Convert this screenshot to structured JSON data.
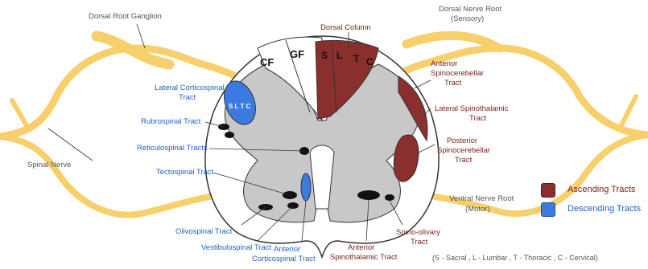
{
  "colors": {
    "nerve": "#f7cf6b",
    "gray_matter": "#c8c8c8",
    "ascending": "#8b2e2e",
    "descending": "#3b7be0",
    "label_gray": "#555555",
    "label_red": "#7a1e1e",
    "label_blue": "#1f5fc4"
  },
  "labels": {
    "dorsal_root_ganglion": "Dorsal Root Ganglion",
    "dorsal_nerve_root": "Dorsal Nerve Root",
    "dorsal_nerve_root_sub": "(Sensory)",
    "dorsal_column": "Dorsal Column",
    "lateral_corticospinal_1": "Lateral Corticospinal",
    "lateral_corticospinal_2": "Tract",
    "rubrospinal": "Rubrospinal Tract",
    "reticulospinal": "Reticulospinal Tracts",
    "tectospinal": "Tectospinal Tract",
    "olivospinal": "Olivospinal Tract",
    "vestibulospinal": "Vestibulospinal Tract",
    "anterior_corticospinal_1": "Anterior",
    "anterior_corticospinal_2": "Corticospinal Tract",
    "anterior_spinothalamic_1": "Anterior",
    "anterior_spinothalamic_2": "Spinothalamic Tract",
    "spino_olivary_1": "Spino-olivary",
    "spino_olivary_2": "Tract",
    "ventral_nerve_root": "Ventral Nerve Root",
    "ventral_nerve_root_sub": "(Motor)",
    "anterior_spinocerebellar_1": "Anterior",
    "anterior_spinocerebellar_2": "Spinocerebellar",
    "anterior_spinocerebellar_3": "Tract",
    "lateral_spinothalamic_1": "Lateral Spinothalamic",
    "lateral_spinothalamic_2": "Tract",
    "posterior_spinocerebellar_1": "Posterior",
    "posterior_spinocerebellar_2": "Spinocerebellar",
    "posterior_spinocerebellar_3": "Tract",
    "spinal_nerve": "Spinal Nerve",
    "cf": "CF",
    "gf": "GF",
    "seg_s": "S",
    "seg_l": "L",
    "seg_t": "T",
    "seg_c": "C",
    "slt_c": "S L T C"
  },
  "legend": {
    "ascending": "Ascending Tracts",
    "descending": "Descending Tracts"
  },
  "footnote": "(S - Sacral , L - Lumbar , T - Thoracic , C - Cervical)"
}
